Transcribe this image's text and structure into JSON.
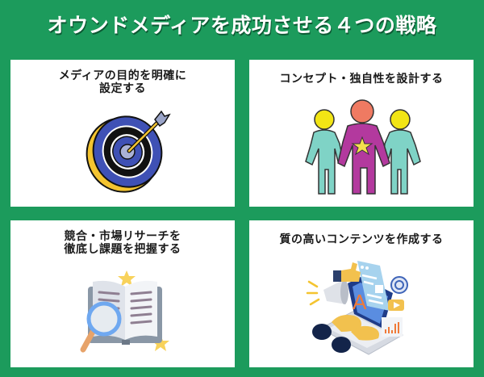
{
  "header": {
    "title": "オウンドメディアを成功させる４つの戦略"
  },
  "strategies": [
    {
      "lines": [
        "メディアの目的を明確に",
        "設定する"
      ],
      "icon": "target-dartboard-icon"
    },
    {
      "lines": [
        "コンセプト・独自性を設計する"
      ],
      "icon": "people-standout-icon"
    },
    {
      "lines": [
        "競合・市場リサーチを",
        "徹底し課題を把握する"
      ],
      "icon": "book-magnifier-icon"
    },
    {
      "lines": [
        "質の高いコンテンツを作成する"
      ],
      "icon": "laptop-content-creation-icon"
    }
  ],
  "colors": {
    "background": "#1c9b5c",
    "panel": "#ffffff",
    "title_text": "#ffffff",
    "panel_text": "#1a1a1a"
  }
}
